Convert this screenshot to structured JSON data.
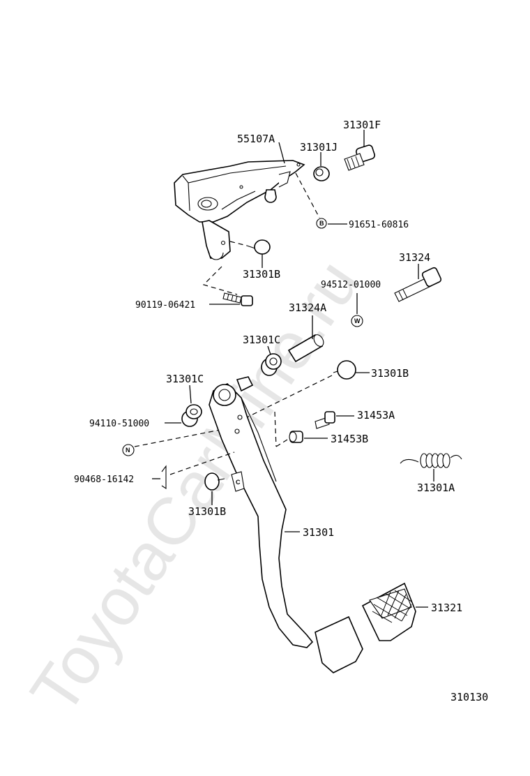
{
  "watermark": "ToyotaCarMine.ru",
  "diagram_code": "310130",
  "parts": {
    "p55107A": "55107A",
    "p31301F": "31301F",
    "p31301J": "31301J",
    "p91651": "91651-60816",
    "p31301B_top": "31301B",
    "p90119": "90119-06421",
    "p31324": "31324",
    "p94512": "94512-01000",
    "p31324A": "31324A",
    "p31301C_mid": "31301C",
    "p31301B_mid": "31301B",
    "p31301C_left": "31301C",
    "p94110": "94110-51000",
    "p31453A": "31453A",
    "p31453B": "31453B",
    "p90468": "90468-16142",
    "p31301A": "31301A",
    "p31301B_low": "31301B",
    "p31301": "31301",
    "p31321": "31321"
  },
  "callouts": {
    "b": "B",
    "w": "W",
    "n": "N",
    "c": "C"
  }
}
